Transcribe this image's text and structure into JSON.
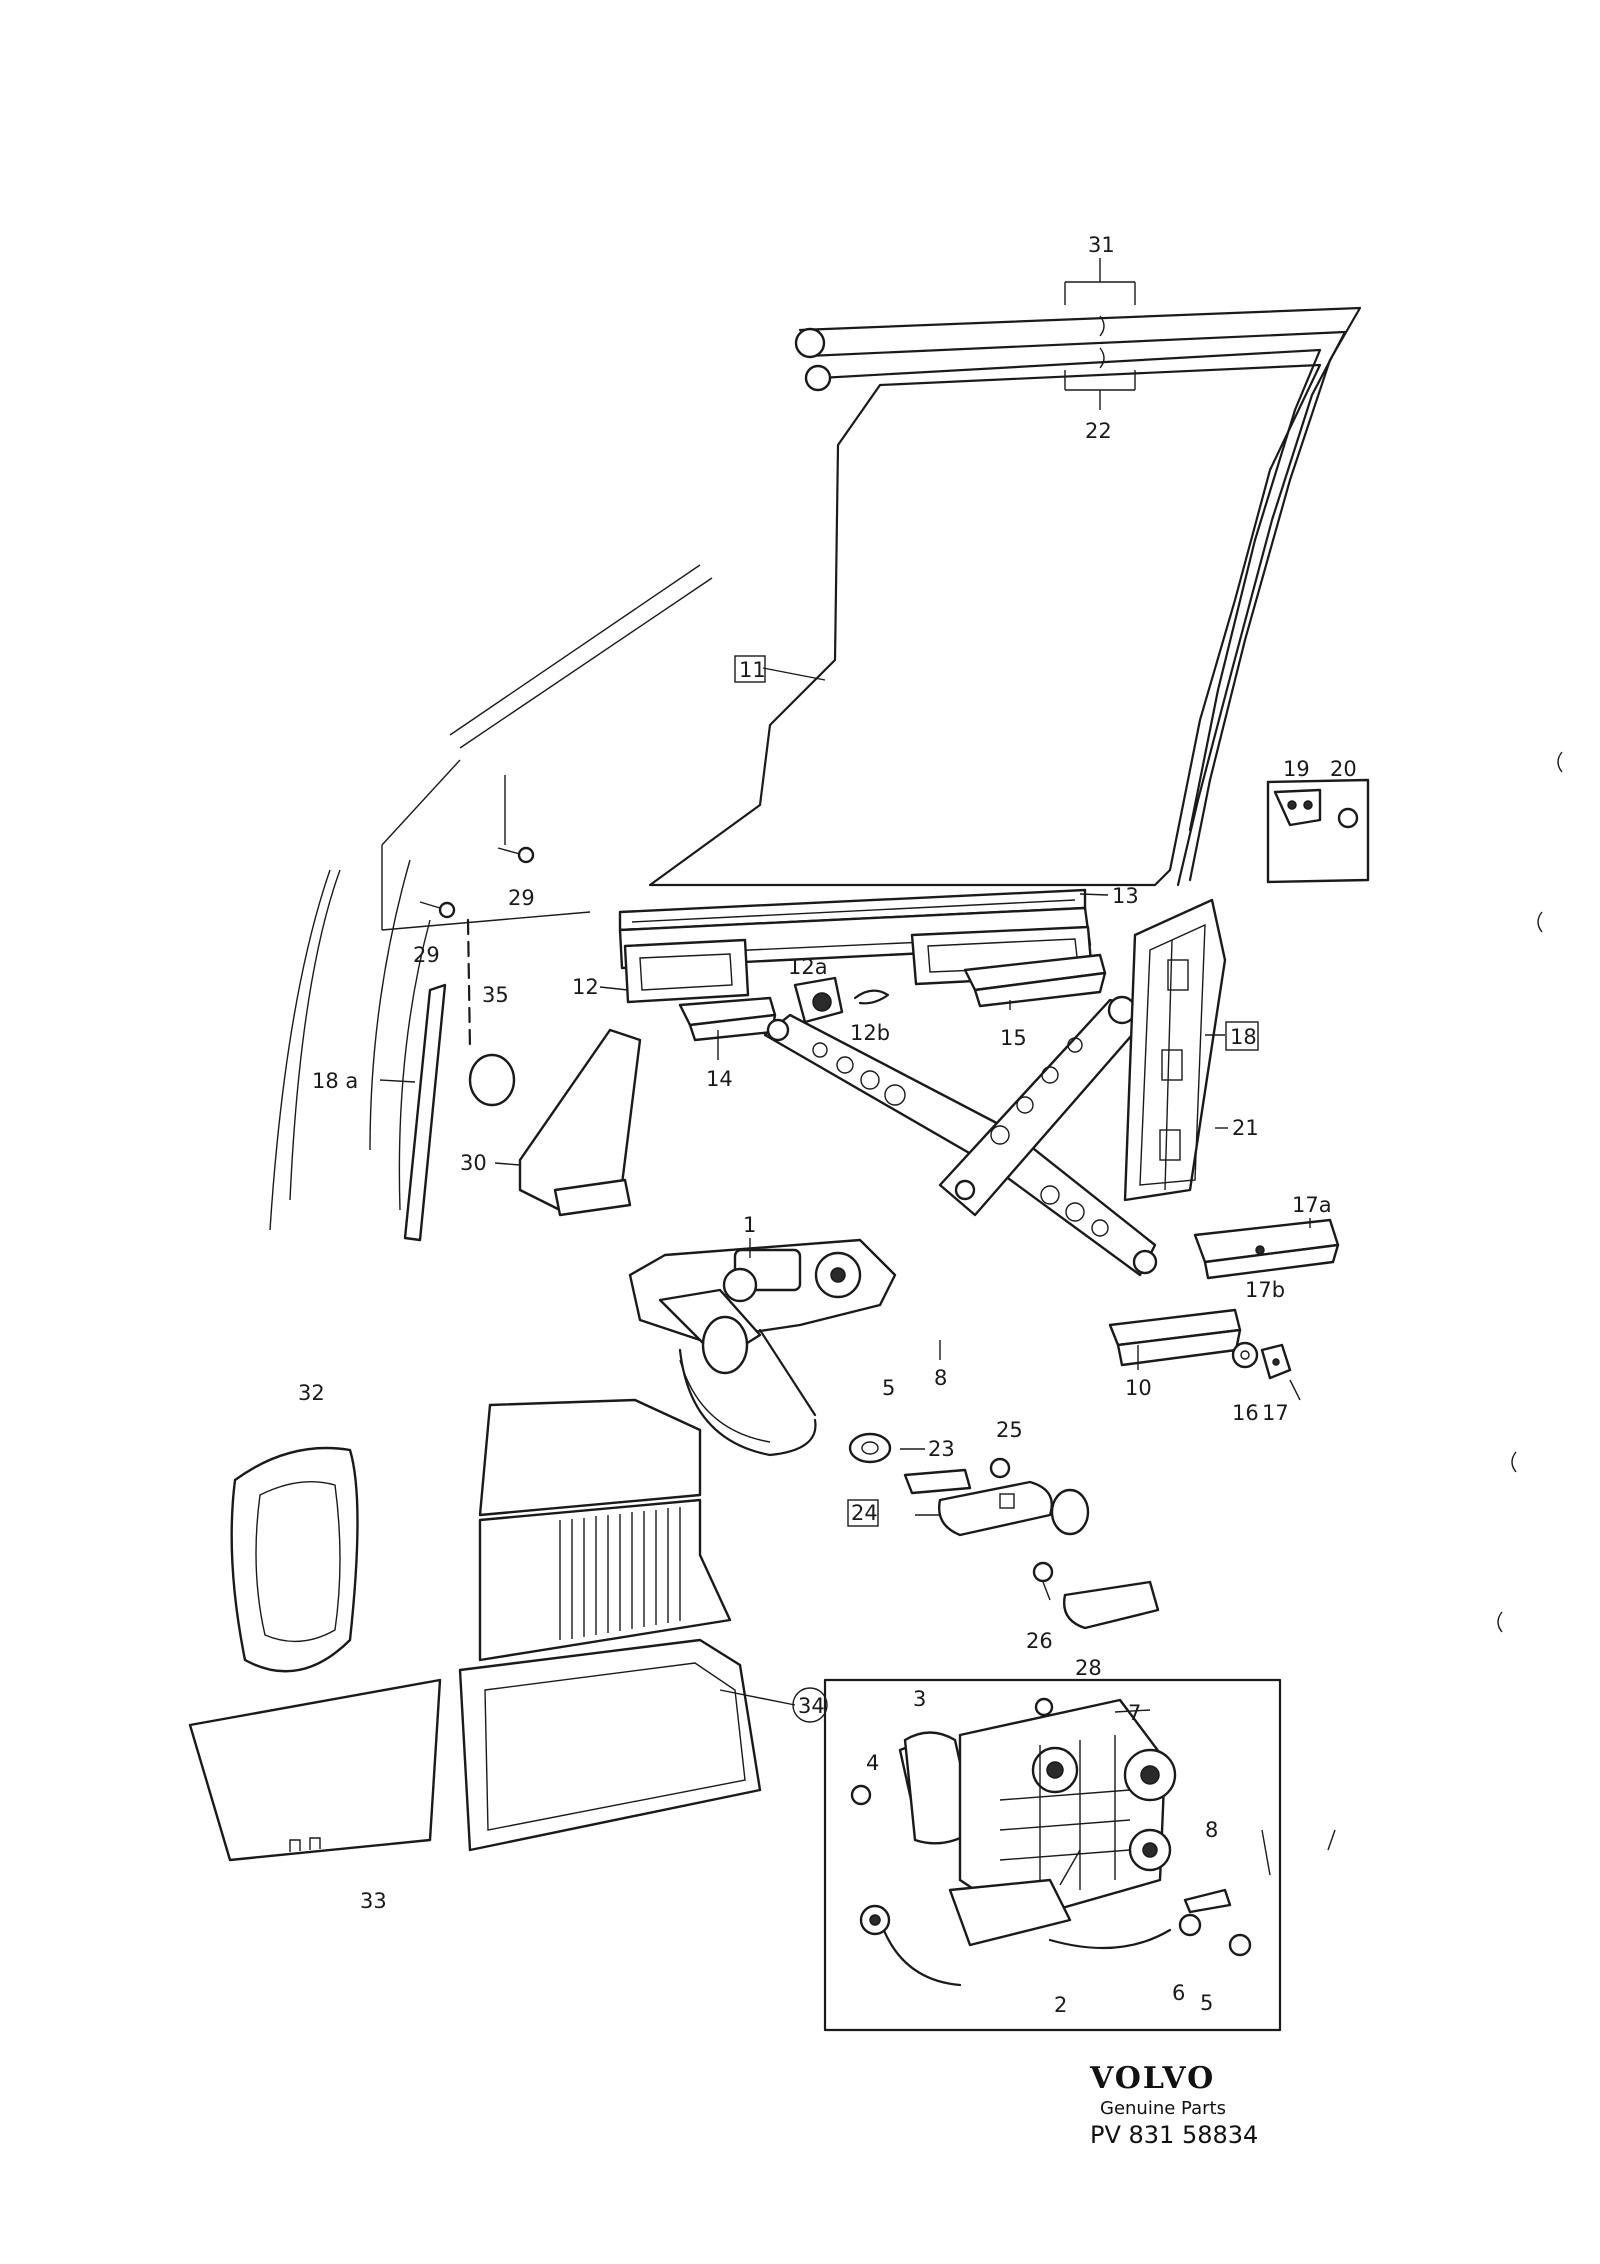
{
  "labels": {
    "l31": "31",
    "l22": "22",
    "l11": "11",
    "l13": "13",
    "l19": "19",
    "l20": "20",
    "l29a": "29",
    "l29b": "29",
    "l12": "12",
    "l12a": "12a",
    "l12b": "12b",
    "l35": "35",
    "l14": "14",
    "l15": "15",
    "l18": "18",
    "l18a": "18 a",
    "l21": "21",
    "l30": "30",
    "l17a": "17a",
    "l1": "1",
    "l17b": "17b",
    "l8": "8",
    "l5": "5",
    "l10": "10",
    "l16": "16",
    "l17": "17",
    "l32": "32",
    "l25": "25",
    "l23": "23",
    "l24": "24",
    "l26": "26",
    "l28": "28",
    "l34": "34",
    "l33": "33",
    "i3": "3",
    "i7": "7",
    "i4": "4",
    "i8": "8",
    "i2": "2",
    "i6": "6",
    "i5": "5"
  },
  "brand": {
    "name": "VOLVO",
    "subtitle": "Genuine Parts",
    "code": "PV 831  58834"
  }
}
